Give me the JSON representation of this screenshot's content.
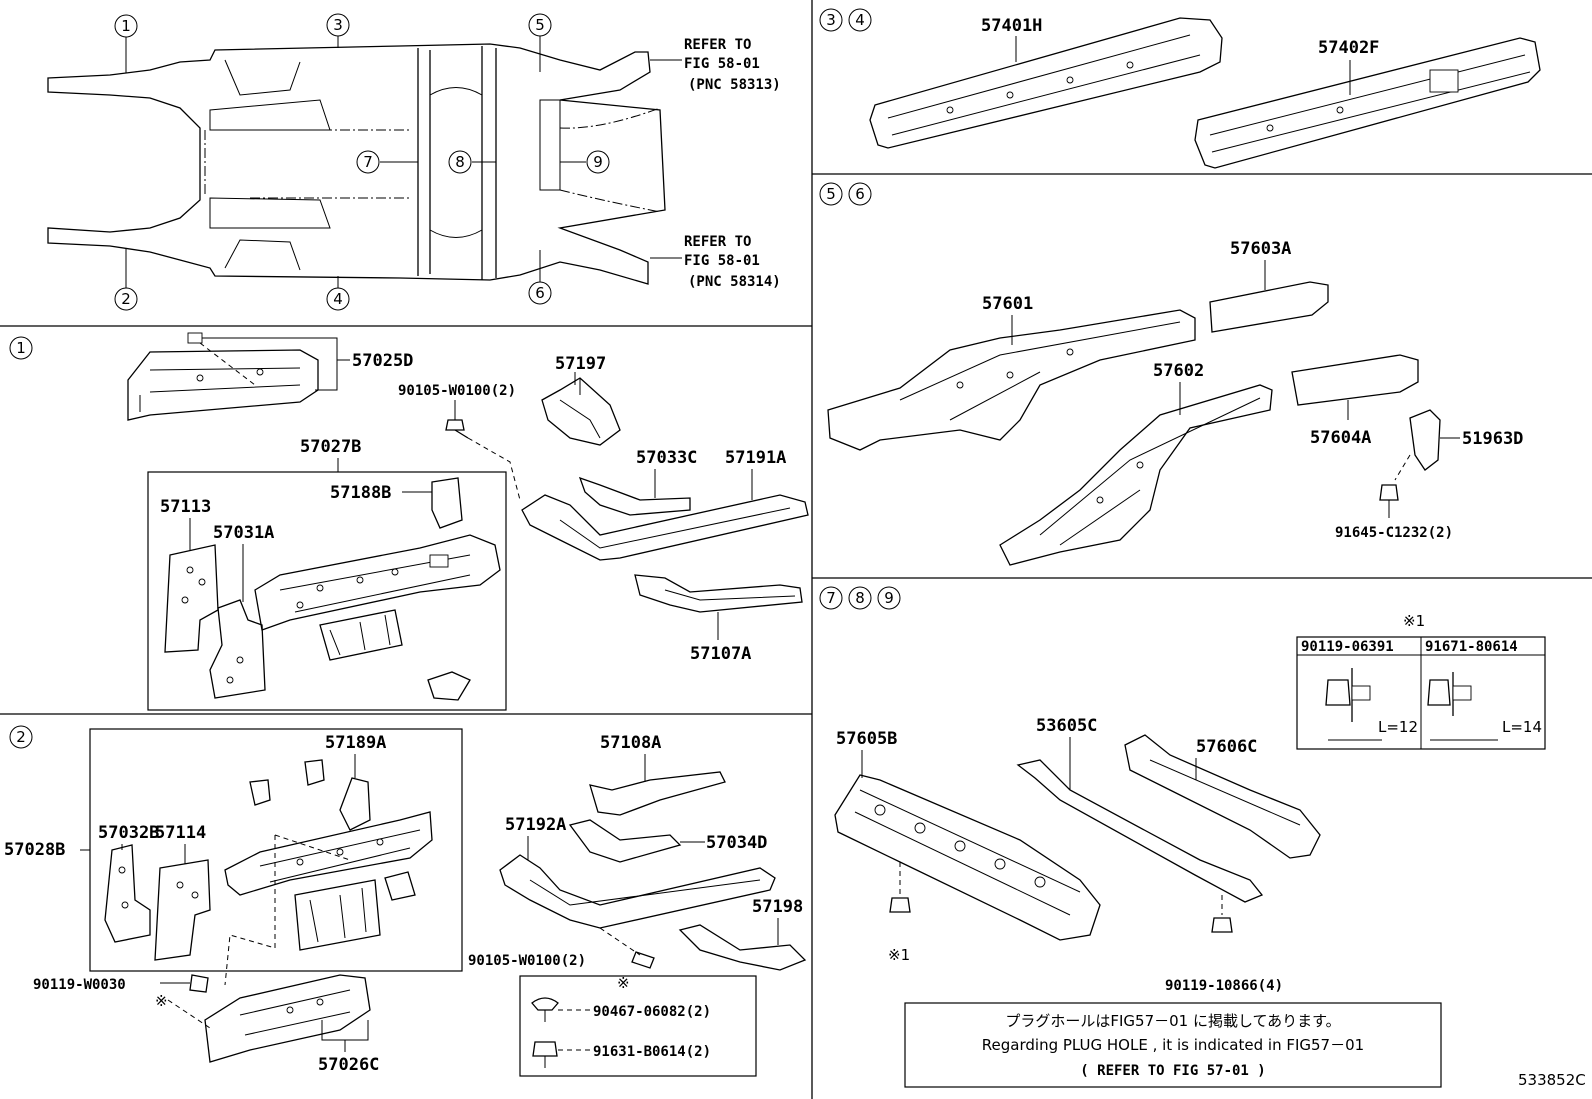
{
  "overview": {
    "refer_top": [
      "REFER TO",
      "FIG 58-01",
      "(PNC 58313)"
    ],
    "refer_bottom": [
      "REFER TO",
      "FIG 58-01",
      "(PNC 58314)"
    ]
  },
  "callouts": {
    "c1": "1",
    "c2": "2",
    "c3": "3",
    "c4": "4",
    "c5": "5",
    "c6": "6",
    "c7": "7",
    "c8": "8",
    "c9": "9"
  },
  "section1": {
    "p57025D": "57025D",
    "p57197": "57197",
    "p90105a": "90105-W0100(2)",
    "p57027B": "57027B",
    "p57033C": "57033C",
    "p57191A": "57191A",
    "p57188B": "57188B",
    "p57113": "57113",
    "p57031A": "57031A",
    "p57107A": "57107A"
  },
  "section2": {
    "p57189A": "57189A",
    "p57108A": "57108A",
    "p57032B": "57032B",
    "p57114": "57114",
    "p57028B": "57028B",
    "p57192A": "57192A",
    "p57034D": "57034D",
    "p57198": "57198",
    "p90105b": "90105-W0100(2)",
    "p90119w": "90119-W0030",
    "p57026C": "57026C",
    "p90467": "90467-06082(2)",
    "p91631": "91631-B0614(2)",
    "asterisk": "※"
  },
  "section34": {
    "p57401H": "57401H",
    "p57402F": "57402F"
  },
  "section56": {
    "p57603A": "57603A",
    "p57601": "57601",
    "p57602": "57602",
    "p57604A": "57604A",
    "p51963D": "51963D",
    "p91645": "91645-C1232(2)"
  },
  "section789": {
    "note_ref": "※1",
    "bolt1": "90119-06391",
    "bolt2": "91671-80614",
    "len1": "L=12",
    "len2": "L=14",
    "p57605B": "57605B",
    "p53605C": "53605C",
    "p57606C": "57606C",
    "p90119_10866": "90119-10866(4)",
    "star1": "※1"
  },
  "note": {
    "jp": "プラグホールはFIG57－01 に掲載してあります。",
    "en": "Regarding PLUG HOLE , it is indicated in FIG57－01",
    "ref": "(     REFER TO FIG 57-01     )"
  },
  "diagram_code": "533852C"
}
